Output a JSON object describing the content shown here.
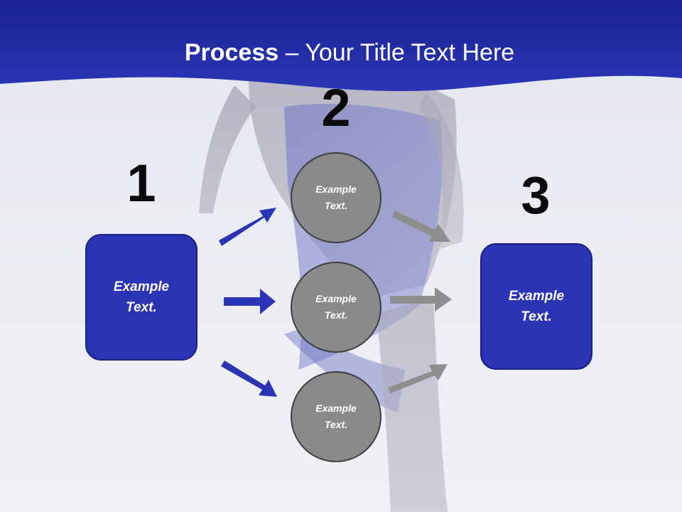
{
  "slide": {
    "title_bold": "Process",
    "title_rest": " – Your Title Text Here",
    "steps": [
      "1",
      "2",
      "3"
    ],
    "left_box": [
      "Example",
      "Text."
    ],
    "right_box": [
      "Example",
      "Text."
    ],
    "circles": [
      [
        "Example",
        "Text."
      ],
      [
        "Example",
        "Text."
      ],
      [
        "Example",
        "Text."
      ]
    ]
  },
  "colors": {
    "header": "#1f2a9e",
    "box": "#2b34b4",
    "circle": "#8a8a8a",
    "arrow_blue": "#2b34b4",
    "arrow_gray": "#8e8e8e"
  },
  "icons": {
    "arrows_in": "arrow-right-icon",
    "arrows_out": "arrow-right-icon"
  }
}
